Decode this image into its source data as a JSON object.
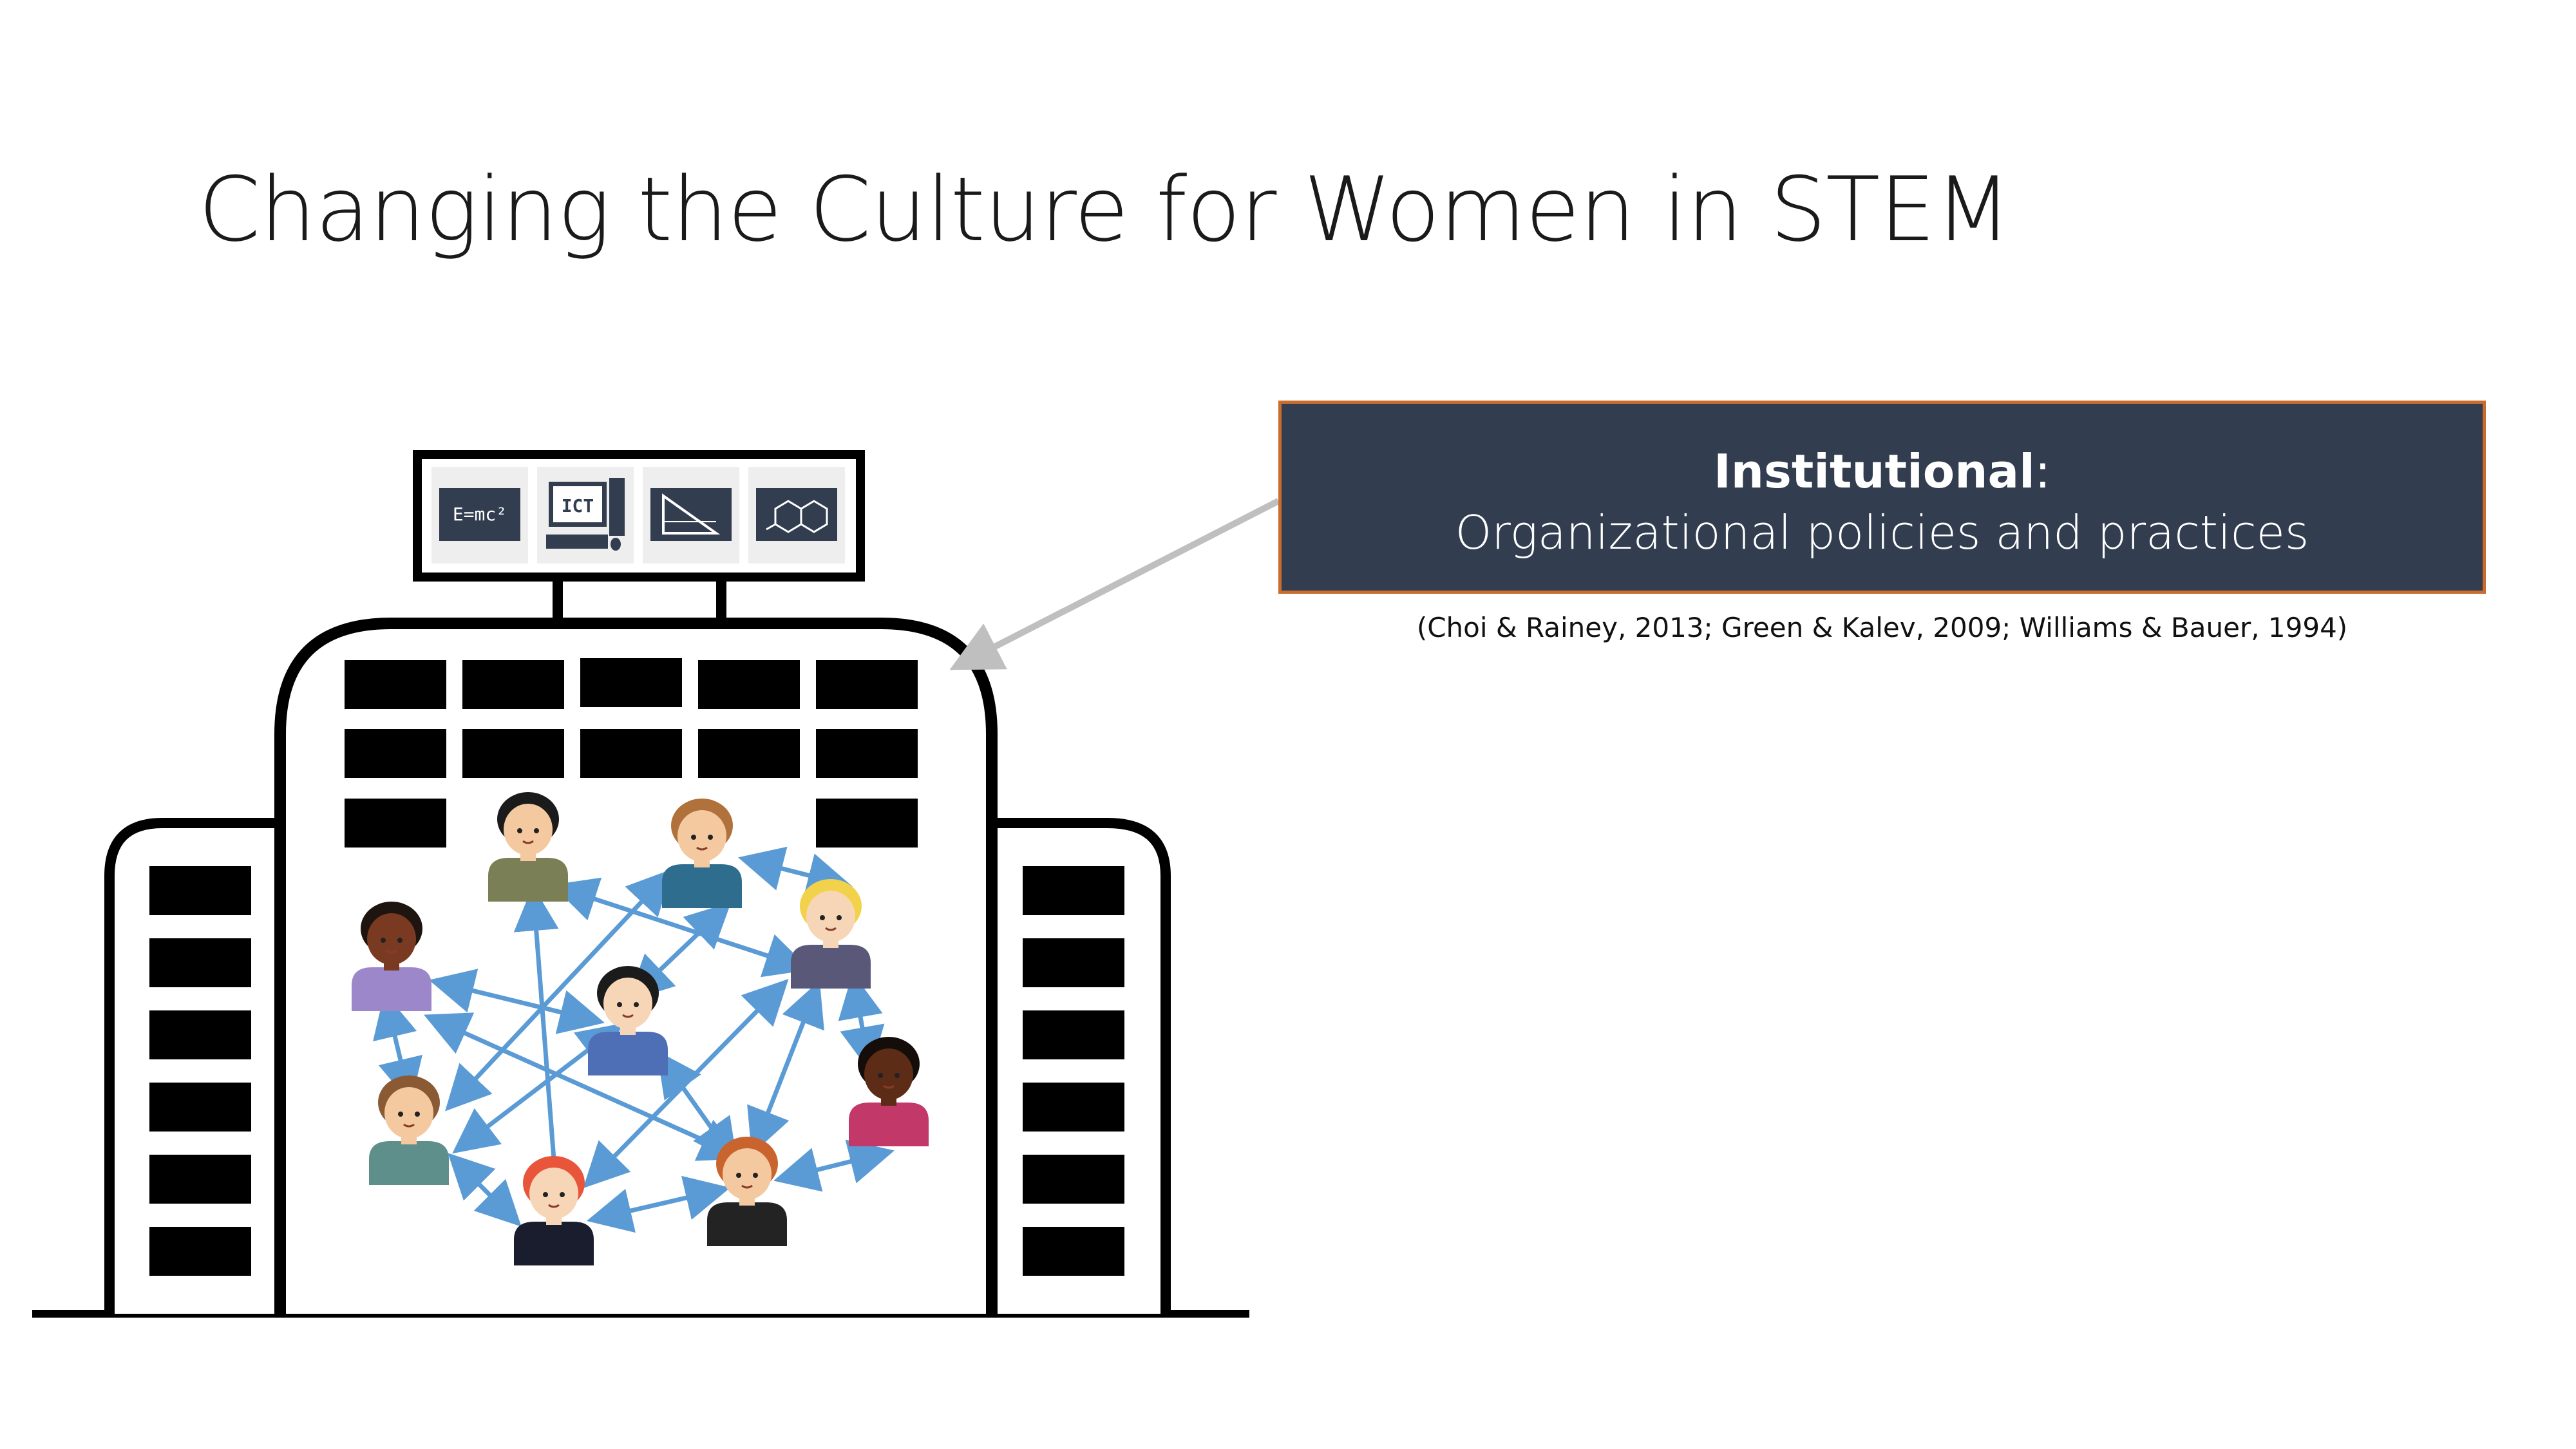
{
  "slide": {
    "title": "Changing the Culture for Women in STEM"
  },
  "callout": {
    "heading": "Institutional",
    "heading_suffix": ":",
    "subheading": "Organizational policies and practices",
    "citation": "(Choi & Rainey, 2013; Green & Kalev, 2009; Williams & Bauer, 1994)",
    "box_color": "#323d4f",
    "border_color": "#c96d2e"
  },
  "illustration": {
    "sign_panels": [
      {
        "icon": "chalkboard-formula-icon",
        "text": "E=mc²"
      },
      {
        "icon": "computer-ict-icon",
        "text": "ICT"
      },
      {
        "icon": "geometry-board-icon",
        "text": ""
      },
      {
        "icon": "chemistry-board-icon",
        "text": ""
      }
    ],
    "people": [
      {
        "name": "person-1",
        "shirt": "#7b7f55",
        "hair": "#1b1b1b",
        "skin": "#f4c9a0"
      },
      {
        "name": "person-2",
        "shirt": "#2e6d8e",
        "hair": "#b0713a",
        "skin": "#f4c9a0"
      },
      {
        "name": "person-3",
        "shirt": "#5a5878",
        "hair": "#f2d24b",
        "skin": "#f7d6b8"
      },
      {
        "name": "person-4",
        "shirt": "#9b87c9",
        "hair": "#1e1410",
        "skin": "#7a3a22"
      },
      {
        "name": "person-5",
        "shirt": "#4e6fb6",
        "hair": "#1b1b1b",
        "skin": "#f7d6b8"
      },
      {
        "name": "person-6",
        "shirt": "#c23869",
        "hair": "#140d0a",
        "skin": "#5c2c17"
      },
      {
        "name": "person-7",
        "shirt": "#5f8f8a",
        "hair": "#8a5a34",
        "skin": "#f4c9a0"
      },
      {
        "name": "person-8",
        "shirt": "#1a1d2e",
        "hair": "#e8553a",
        "skin": "#f7d6b8"
      },
      {
        "name": "person-9",
        "shirt": "#232323",
        "hair": "#c9642f",
        "skin": "#f4c9a0"
      }
    ],
    "arrow_color": "#5b9bd5",
    "pointer_color": "#bfbfbf"
  }
}
